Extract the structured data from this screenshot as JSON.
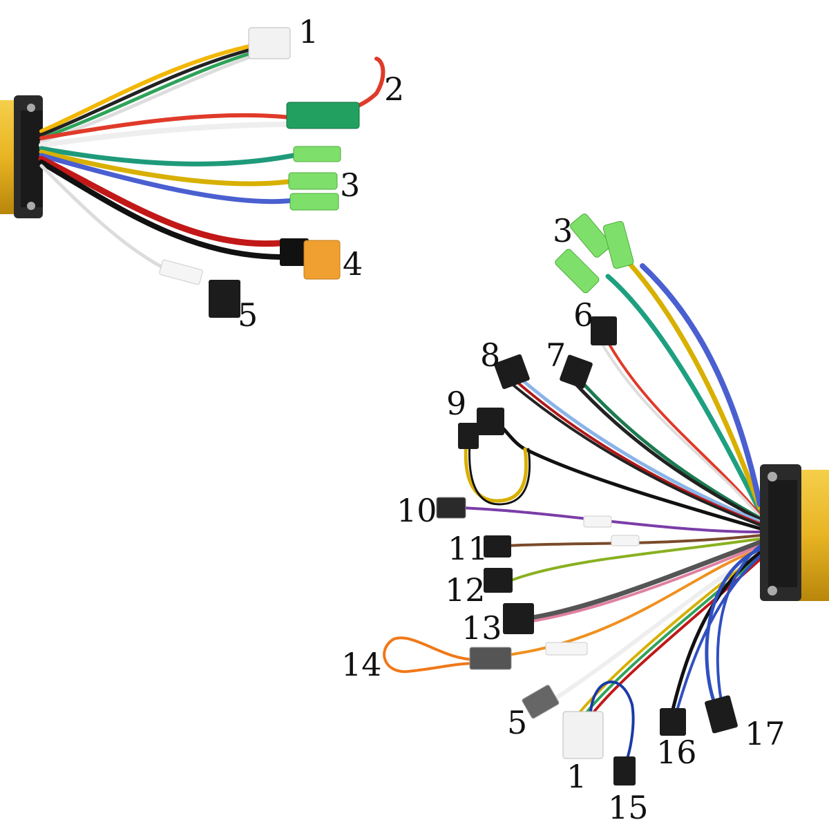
{
  "left_controller": {
    "labels": {
      "l1": "1",
      "l2": "2",
      "l3": "3",
      "l4": "4",
      "l5": "5"
    }
  },
  "right_controller": {
    "labels": {
      "r1": "1",
      "r3": "3",
      "r5": "5",
      "r6": "6",
      "r7": "7",
      "r8": "8",
      "r9": "9",
      "r10": "10",
      "r11": "11",
      "r12": "12",
      "r13": "13",
      "r14": "14",
      "r15": "15",
      "r16": "16",
      "r17": "17"
    }
  },
  "colors": {
    "housing": "#e8b423",
    "housing_dark": "#b8860b",
    "end_cap": "#2a2a2a",
    "green_bullet": "#7ee06a",
    "xt_connector": "#f0a030",
    "white_connector": "#f2f2f2",
    "black_connector": "#1c1c1c"
  }
}
